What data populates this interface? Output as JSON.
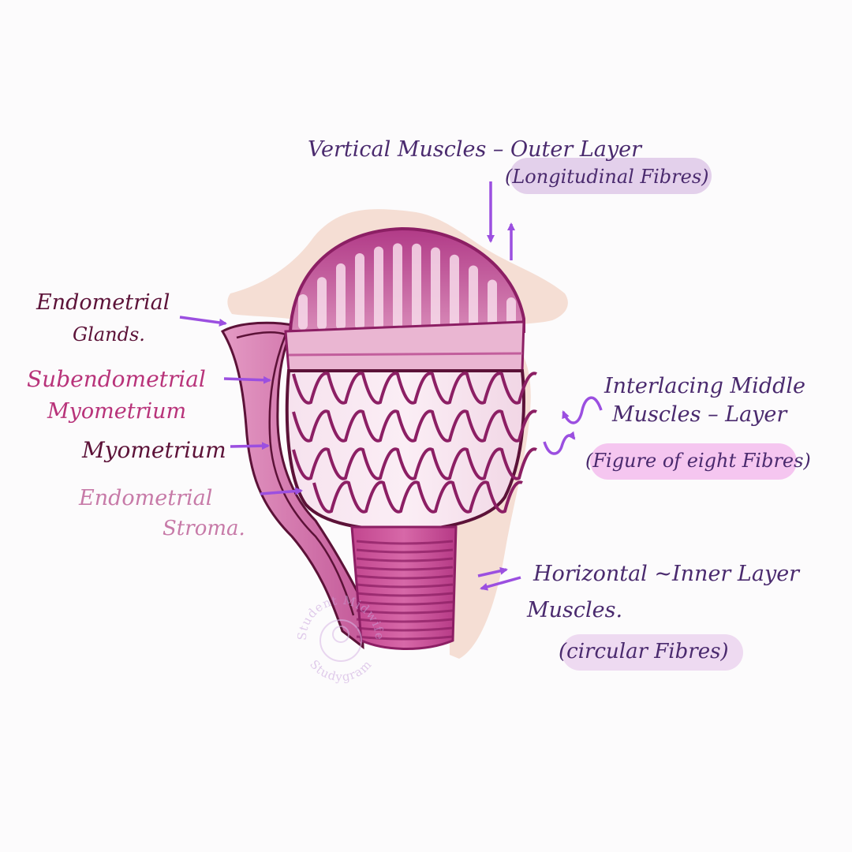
{
  "labels": {
    "outer_title": "Vertical Muscles – Outer Layer",
    "outer_sub": "(Longitudinal Fibres)",
    "middle_title_1": "Interlacing Middle",
    "middle_title_2": "Muscles – Layer",
    "middle_sub": "(Figure of eight Fibres)",
    "inner_title_1": "Horizontal ~Inner Layer",
    "inner_title_2": "Muscles.",
    "inner_sub": "(circular Fibres)",
    "glands_1": "Endometrial",
    "glands_2": "Glands.",
    "subendo_1": "Subendometrial",
    "subendo_2": "Myometrium",
    "myometrium": "Myometrium",
    "stroma_1": "Endometrial",
    "stroma_2": "Stroma."
  },
  "watermark": {
    "top_text": "Student Midwife",
    "bottom_text": "Studygram"
  },
  "colors": {
    "text_purple": "#4a2a6e",
    "text_maroon": "#5c1238",
    "text_pink": "#b8337a",
    "text_light_pink": "#c77aa8",
    "arrow_violet": "#9b4fe0",
    "muscle_magenta": "#a8307a",
    "muscle_light": "#f3dbe9",
    "peritoneum": "#f4dcd2",
    "highlight_lilac": "#dcc6e6",
    "highlight_pink": "#f2b9ec"
  }
}
